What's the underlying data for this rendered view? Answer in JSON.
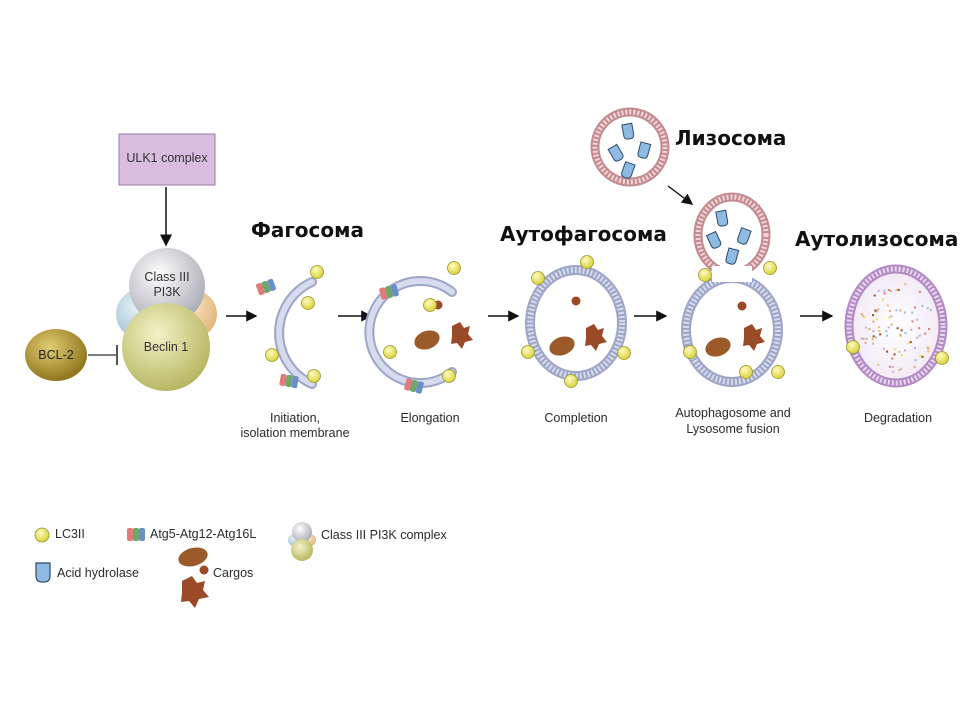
{
  "titles": {
    "phagosome": "Фагосома",
    "autophagosome": "Аутофагосома",
    "lysosome": "Лизосома",
    "autolysosome": "Аутолизосома"
  },
  "complex": {
    "ulk1": "ULK1 complex",
    "class3": "Class III",
    "pi3k": "PI3K",
    "beclin": "Beclin 1",
    "bcl2": "BCL-2"
  },
  "stages": {
    "initiation_1": "Initiation,",
    "initiation_2": "isolation membrane",
    "elongation": "Elongation",
    "completion": "Completion",
    "fusion_1": "Autophagosome and",
    "fusion_2": "Lysosome fusion",
    "degradation": "Degradation"
  },
  "legend": {
    "lc3": "LC3II",
    "atg": "Atg5-Atg12-Atg16L",
    "pi3k_complex": "Class III PI3K complex",
    "hydrolase": "Acid hydrolase",
    "cargos": "Cargos"
  },
  "colors": {
    "membrane_blue": "#b7bedb",
    "membrane_red": "#c48a8f",
    "membrane_purple": "#b48ac6",
    "lc3": "#e6e04a",
    "ulk1_box": "#d6b8de",
    "beclin": "#c9c873",
    "bcl2": "#a48c2a",
    "cargo": "#9a4a26",
    "hydrolase": "#8fbbe2"
  }
}
